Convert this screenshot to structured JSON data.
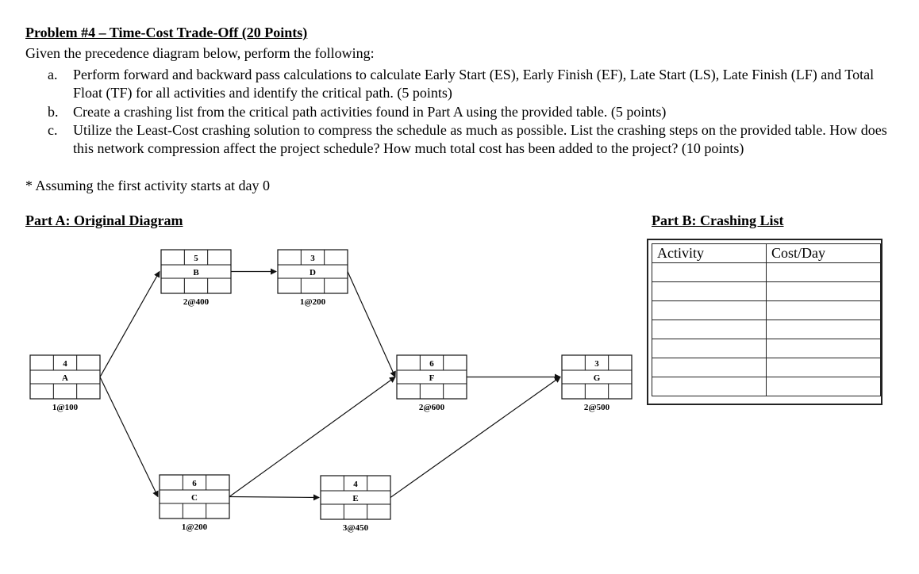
{
  "problem": {
    "title": "Problem #4 – Time-Cost Trade-Off (20 Points)",
    "intro": "Given the precedence diagram below, perform the following:",
    "tasks": [
      {
        "letter": "a.",
        "text": "Perform forward and backward pass calculations to calculate Early Start (ES), Early Finish (EF), Late Start (LS), Late Finish (LF) and Total Float (TF) for all activities and identify the critical path. (5 points)"
      },
      {
        "letter": "b.",
        "text": "Create a crashing list from the critical path activities found in Part A using the provided table. (5 points)"
      },
      {
        "letter": "c.",
        "text": "Utilize the Least-Cost crashing solution to compress the schedule as much as possible. List the crashing steps on the provided table. How does this network compression affect the project schedule? How much total cost has been added to the project? (10 points)"
      }
    ],
    "assumption": "* Assuming the first activity starts at day 0"
  },
  "part_a": {
    "heading": "Part A: Original Diagram",
    "activities": [
      {
        "id": "A",
        "duration": "4",
        "crash": "1@100"
      },
      {
        "id": "B",
        "duration": "5",
        "crash": "2@400"
      },
      {
        "id": "C",
        "duration": "6",
        "crash": "1@200"
      },
      {
        "id": "D",
        "duration": "3",
        "crash": "1@200"
      },
      {
        "id": "E",
        "duration": "4",
        "crash": "3@450"
      },
      {
        "id": "F",
        "duration": "6",
        "crash": "2@600"
      },
      {
        "id": "G",
        "duration": "3",
        "crash": "2@500"
      }
    ],
    "links": [
      [
        "A",
        "B"
      ],
      [
        "A",
        "C"
      ],
      [
        "B",
        "D"
      ],
      [
        "D",
        "F"
      ],
      [
        "C",
        "F"
      ],
      [
        "C",
        "E"
      ],
      [
        "F",
        "G"
      ],
      [
        "E",
        "G"
      ]
    ]
  },
  "part_b": {
    "heading": "Part B: Crashing List",
    "columns": [
      "Activity",
      "Cost/Day"
    ],
    "rows": [
      [
        "",
        ""
      ],
      [
        "",
        ""
      ],
      [
        "",
        ""
      ],
      [
        "",
        ""
      ],
      [
        "",
        ""
      ],
      [
        "",
        ""
      ],
      [
        "",
        ""
      ]
    ]
  }
}
